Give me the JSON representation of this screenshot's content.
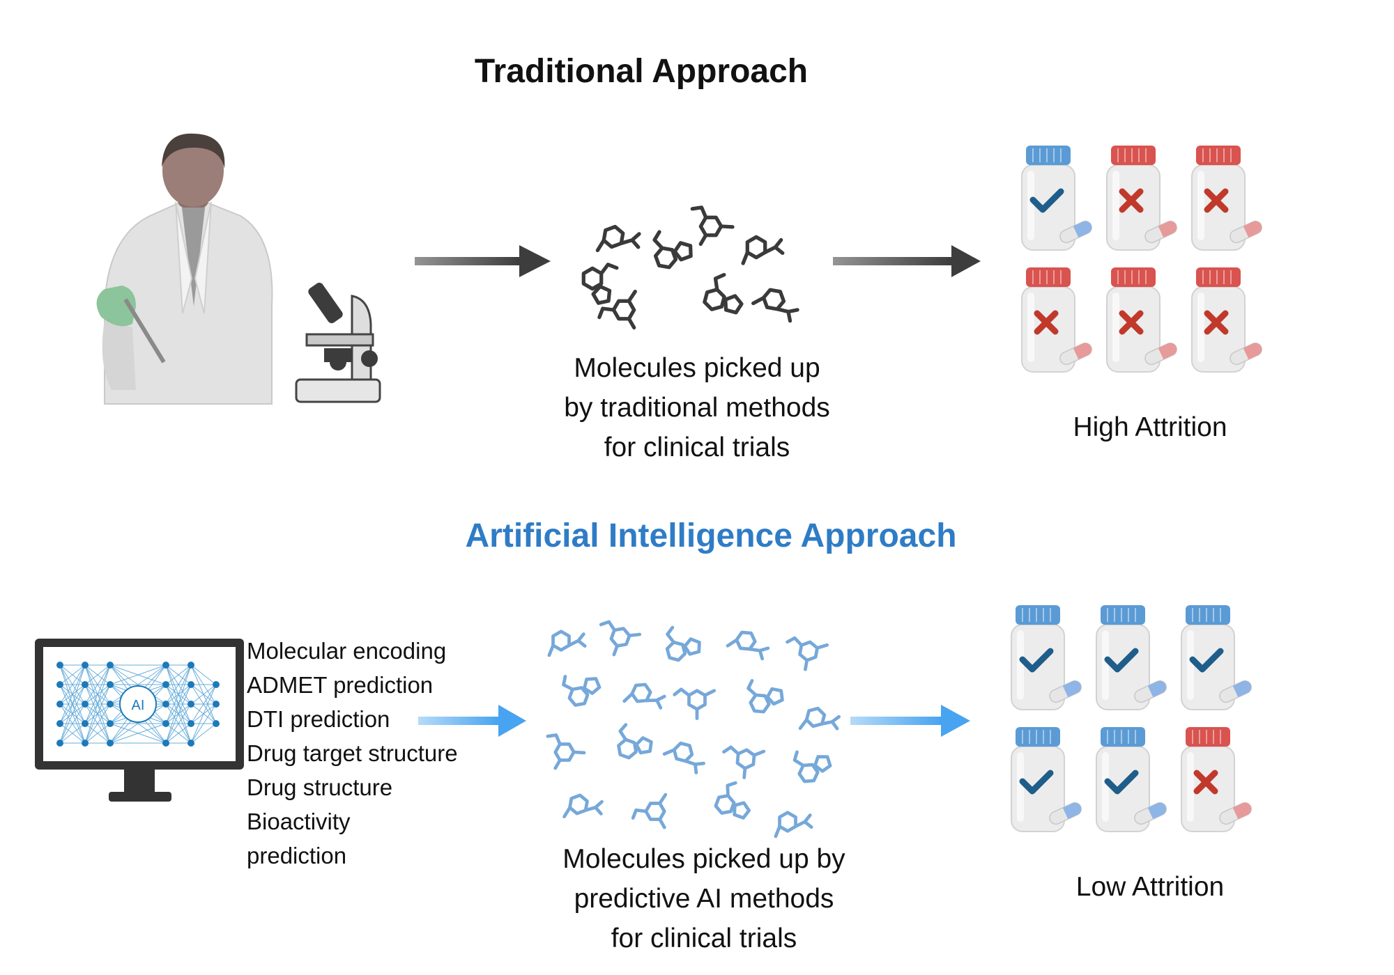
{
  "traditional": {
    "title": "Traditional Approach",
    "caption_lines": [
      "Molecules picked up",
      "by traditional methods",
      "for clinical trials"
    ],
    "outcome": "High Attrition",
    "bottles": [
      "pass",
      "fail",
      "fail",
      "fail",
      "fail",
      "fail"
    ]
  },
  "ai": {
    "title": "Artificial Intelligence Approach",
    "monitor_label": "AI",
    "steps": [
      "Molecular encoding",
      "ADMET prediction",
      "DTI prediction",
      "Drug target structure",
      "Drug structure",
      "Bioactivity",
      "prediction"
    ],
    "caption_lines": [
      "Molecules picked up by",
      "predictive AI methods",
      "for clinical trials"
    ],
    "outcome": "Low Attrition",
    "bottles": [
      "pass",
      "pass",
      "pass",
      "pass",
      "pass",
      "fail"
    ]
  },
  "colors": {
    "title_dark": "#111111",
    "title_ai": "#2f7cc6",
    "arrow_dark": "#3d3d3d",
    "arrow_blue": "#48a4f0",
    "molecule_dark": "#3a3a3a",
    "molecule_blue": "#76a8d9",
    "cap_blue": "#5b9bd5",
    "cap_red": "#d9534f",
    "check": "#1f5d8a",
    "cross": "#c0392b"
  },
  "icons": {
    "scientist": "scientist-icon",
    "microscope": "microscope-icon",
    "monitor": "ai-monitor-icon",
    "bottle": "pill-bottle-icon"
  }
}
